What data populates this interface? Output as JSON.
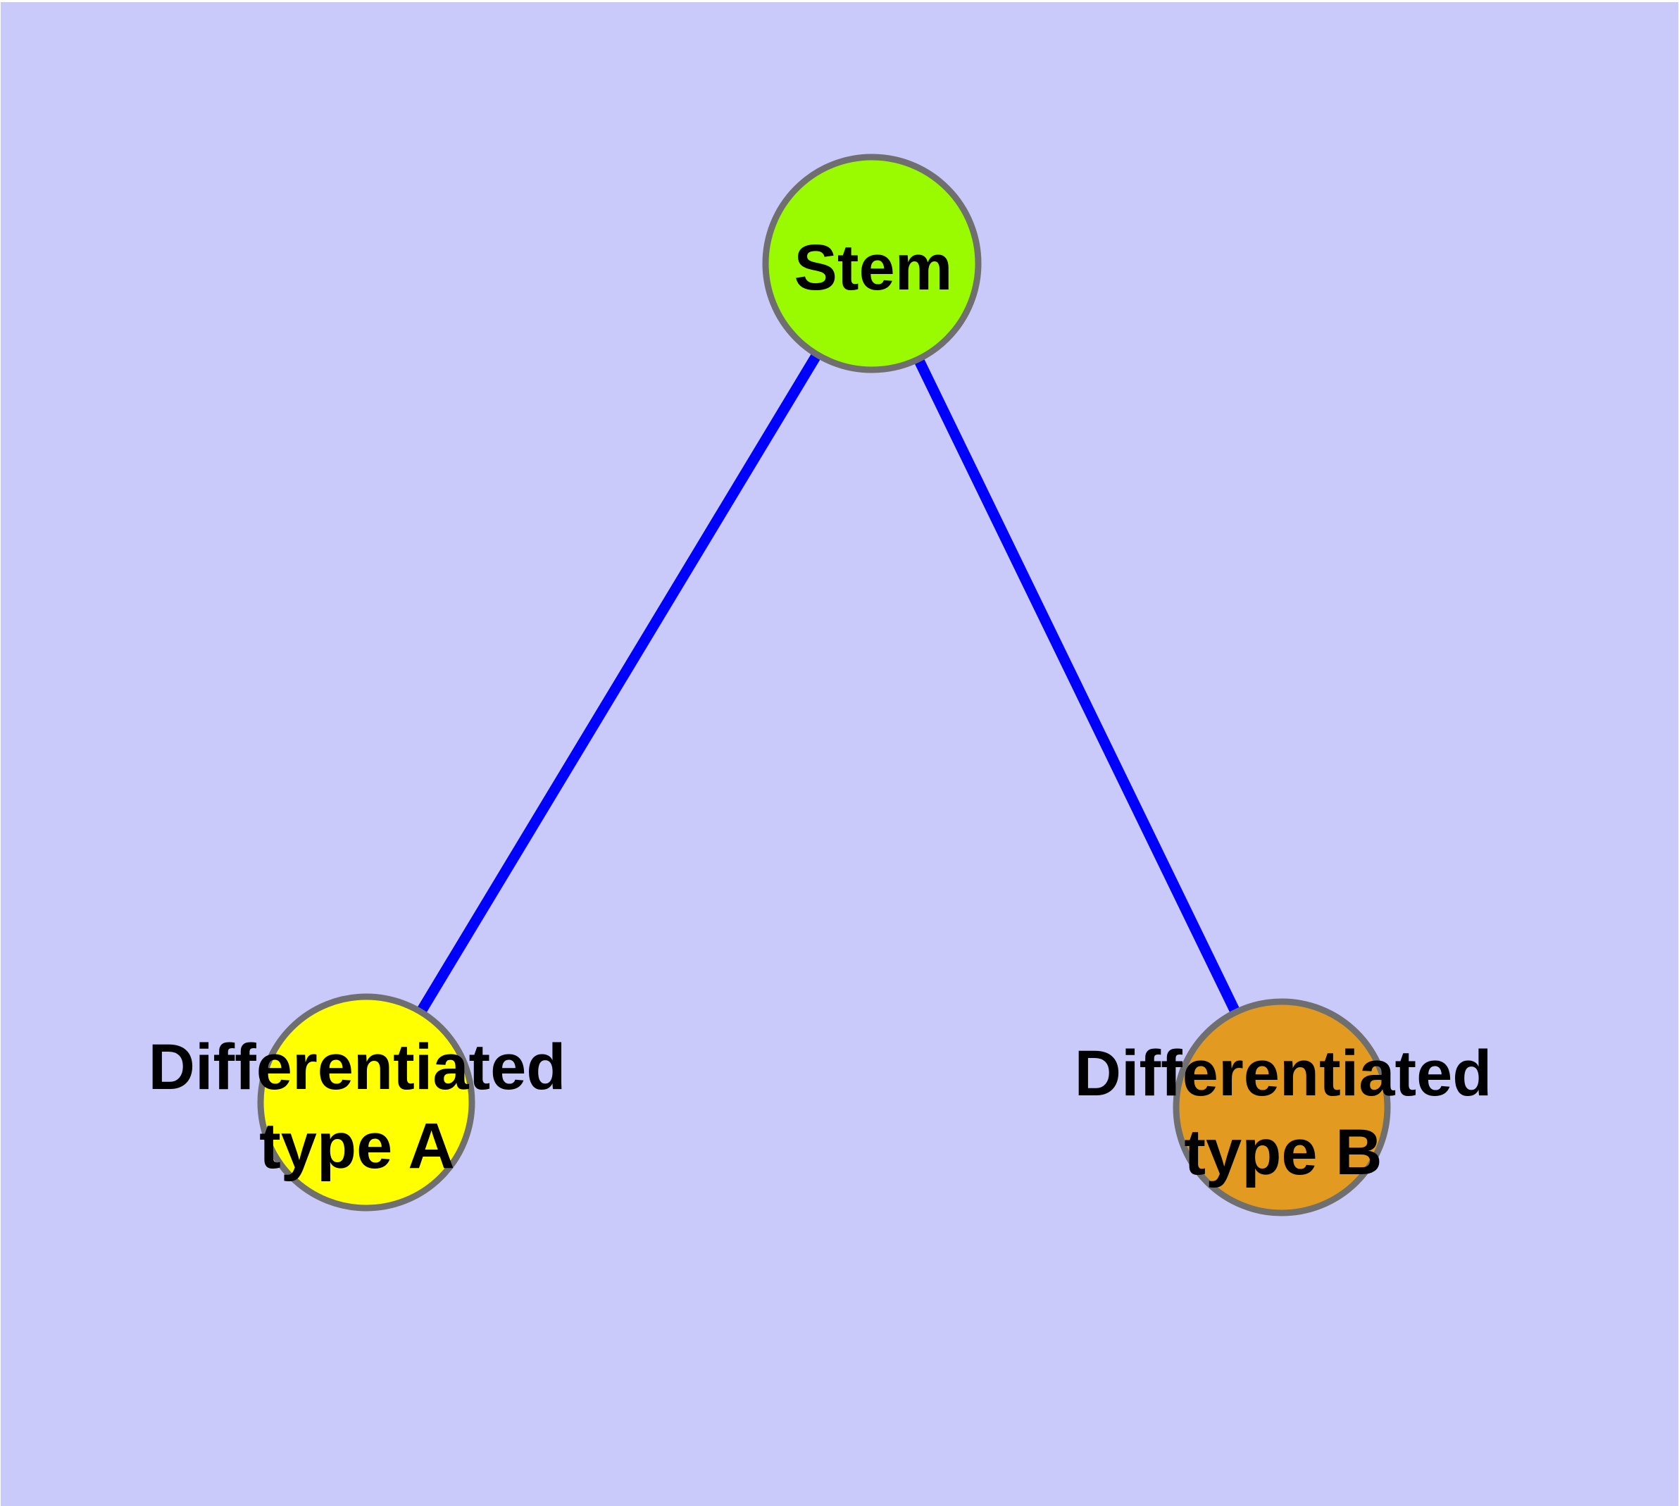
{
  "diagram": {
    "background_color": "#C9C9FA",
    "margin_color": "#FFFFFF",
    "edge_color": "#0000FF",
    "node_border_color": "#6F6F6F",
    "label_color": "#000000",
    "nodes": [
      {
        "id": "stem",
        "label": "Stem",
        "fill": "#9AFB00"
      },
      {
        "id": "type-a",
        "label": "Differentiated\ntype A",
        "fill": "#FFFF00"
      },
      {
        "id": "type-b",
        "label": "Differentiated\ntype B",
        "fill": "#E39A20"
      }
    ],
    "edges": [
      {
        "from": "Stem",
        "to": "Differentiated type A"
      },
      {
        "from": "Stem",
        "to": "Differentiated type B"
      }
    ]
  }
}
